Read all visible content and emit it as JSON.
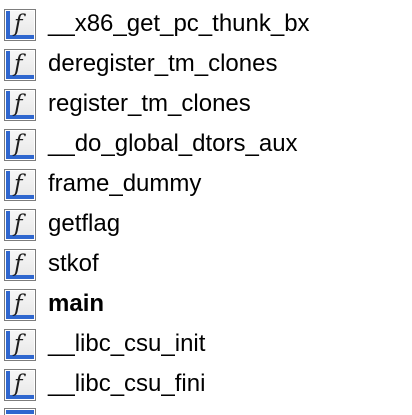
{
  "function_list": {
    "icon_glyph": "f",
    "icon_name": "function-icon",
    "items": [
      {
        "name": "__x86_get_pc_thunk_bx",
        "bold": false
      },
      {
        "name": "deregister_tm_clones",
        "bold": false
      },
      {
        "name": "register_tm_clones",
        "bold": false
      },
      {
        "name": "__do_global_dtors_aux",
        "bold": false
      },
      {
        "name": "frame_dummy",
        "bold": false
      },
      {
        "name": "getflag",
        "bold": false
      },
      {
        "name": "stkof",
        "bold": false
      },
      {
        "name": "main",
        "bold": true
      },
      {
        "name": "__libc_csu_init",
        "bold": false
      },
      {
        "name": "__libc_csu_fini",
        "bold": false
      }
    ]
  },
  "colors": {
    "icon_accent": "#2f67cf",
    "text": "#000000",
    "background": "#ffffff"
  }
}
